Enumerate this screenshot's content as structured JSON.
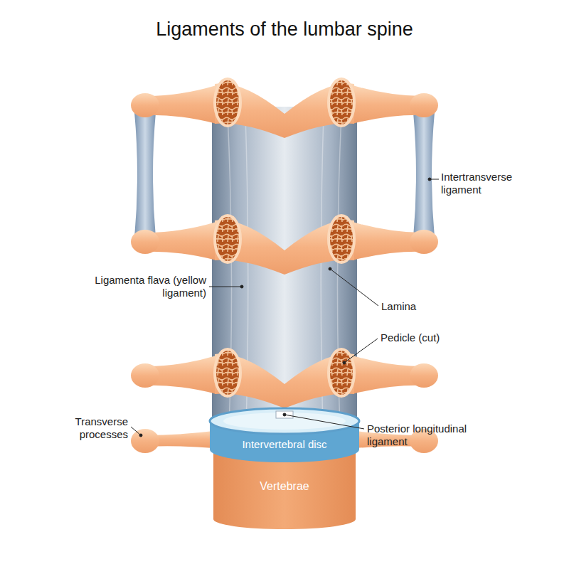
{
  "diagram": {
    "title": "Ligaments of the lumbar spine",
    "nodes": [
      {
        "text": [
          "Intervertebral disc"
        ]
      },
      {
        "text": [
          "Vertebrae"
        ]
      }
    ],
    "labels": [
      "Intertransverse ligament",
      "Ligamenta flava (yellow ligament)",
      "Lamina",
      "Pedicle (cut)",
      "Posterior longitudinal ligament",
      "Transverse processes"
    ]
  }
}
